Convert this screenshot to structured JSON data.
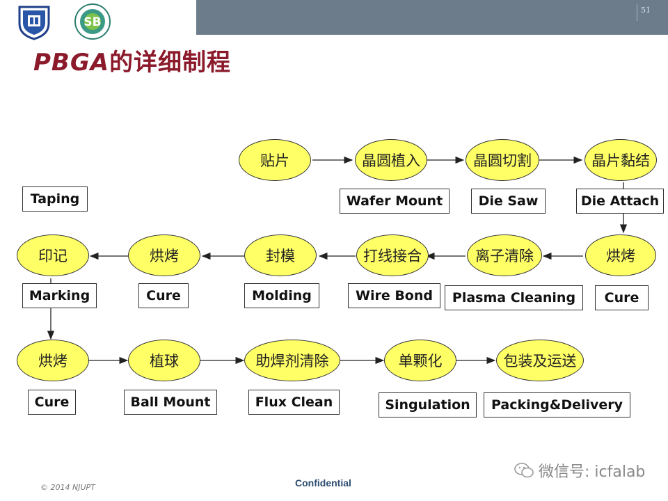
{
  "header": {
    "page_number": "51",
    "title_latin": "PBGA",
    "title_cjk": "的详细制程"
  },
  "logos": [
    {
      "name": "university-seal"
    },
    {
      "name": "institute-badge",
      "text": "SB"
    }
  ],
  "colors": {
    "node_fill": "#ffff66",
    "title": "#8b1a2b",
    "topbar": "#6d7c8a"
  },
  "steps": [
    {
      "id": "s1",
      "zh": "贴片",
      "en": "Taping"
    },
    {
      "id": "s2",
      "zh": "晶圆植入",
      "en": "Wafer Mount"
    },
    {
      "id": "s3",
      "zh": "晶圆切割",
      "en": "Die Saw"
    },
    {
      "id": "s4",
      "zh": "晶片黏结",
      "en": "Die Attach"
    },
    {
      "id": "s5",
      "zh": "烘烤",
      "en": "Cure"
    },
    {
      "id": "s6",
      "zh": "离子清除",
      "en": "Plasma Cleaning"
    },
    {
      "id": "s7",
      "zh": "打线接合",
      "en": "Wire Bond"
    },
    {
      "id": "s8",
      "zh": "封模",
      "en": "Molding"
    },
    {
      "id": "s9",
      "zh": "烘烤",
      "en": "Cure"
    },
    {
      "id": "s10",
      "zh": "印记",
      "en": "Marking"
    },
    {
      "id": "s11",
      "zh": "烘烤",
      "en": "Cure"
    },
    {
      "id": "s12",
      "zh": "植球",
      "en": "Ball Mount"
    },
    {
      "id": "s13",
      "zh": "助焊剂清除",
      "en": "Flux Clean"
    },
    {
      "id": "s14",
      "zh": "单颗化",
      "en": "Singulation"
    },
    {
      "id": "s15",
      "zh": "包装及运送",
      "en": "Packing&Delivery"
    }
  ],
  "footer": {
    "copyright": "© 2014 NJUPT",
    "confidential": "Confidential",
    "watermark": "微信号: icfalab"
  }
}
